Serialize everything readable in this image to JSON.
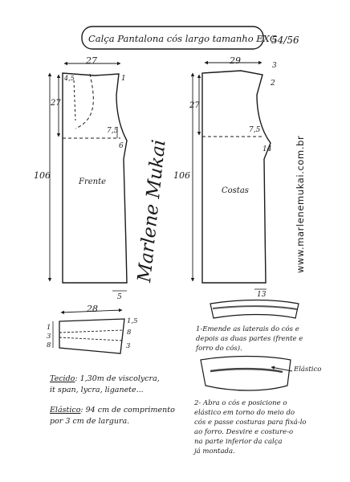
{
  "title": {
    "main": "Calça Pantalona cós largo tamanho EXG",
    "size": "54/56"
  },
  "front": {
    "label": "Frente",
    "top_width": "27",
    "height": "106",
    "rise": "27",
    "hip_step": "7,5",
    "hip_ext": "6",
    "hem": "5",
    "waist_mark": "4,5",
    "pleat_mark": "1"
  },
  "back": {
    "label": "Costas",
    "top_width": "29",
    "height": "106",
    "rise": "27",
    "crotch_mark": "3",
    "waist_mark": "2",
    "hip_step": "7,5",
    "hip_ext": "14",
    "hem": "13"
  },
  "waistband": {
    "width": "28",
    "right_mark": "1,5",
    "left_marks": [
      "1",
      "3",
      "8"
    ],
    "right_marks": [
      "8",
      "3"
    ]
  },
  "signature": "Marlene Mukai",
  "watermark": "www.marlenemukai.com.br",
  "instructions": {
    "fabric_label": "Tecido",
    "fabric_line1": ": 1,30m de viscolycra,",
    "fabric_line2": "it span, lycra, liganete...",
    "elastic_label": "Elástico",
    "elastic_line1": ": 94 cm de comprimento",
    "elastic_line2": "por 3 cm de largura.",
    "step1": [
      "1-Emende as laterais do cós e",
      "depois as duas partes (frente e",
      "forro do cós)."
    ],
    "elastic_arrow_label": "Elástico",
    "step2": [
      "2- Abra o cós e posicione o",
      "elástico em torno do meio do",
      "cós e passe costuras para fixá-lo",
      "ao forro. Desvire e costure-o",
      "na parte inferior da calça",
      "já montada."
    ]
  }
}
